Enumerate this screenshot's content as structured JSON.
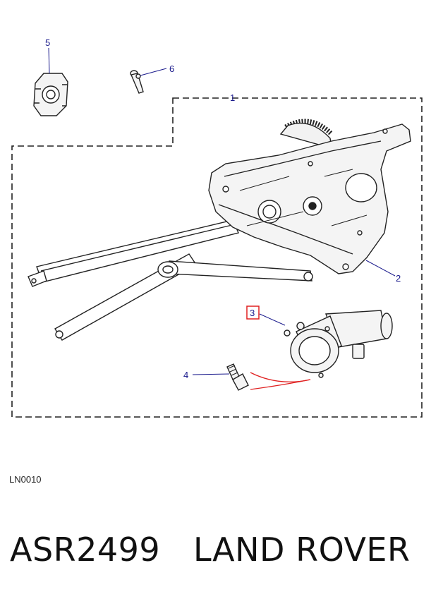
{
  "diagram": {
    "callouts": {
      "c1": "1",
      "c2": "2",
      "c3": "3",
      "c4": "4",
      "c5": "5",
      "c6": "6"
    },
    "highlighted_callout": "3",
    "highlight_color": "#e02020",
    "callout_color": "#1a1a8c",
    "reference_code": "LN0010"
  },
  "caption": {
    "part_number": "ASR2499",
    "brand": "LAND ROVER"
  }
}
